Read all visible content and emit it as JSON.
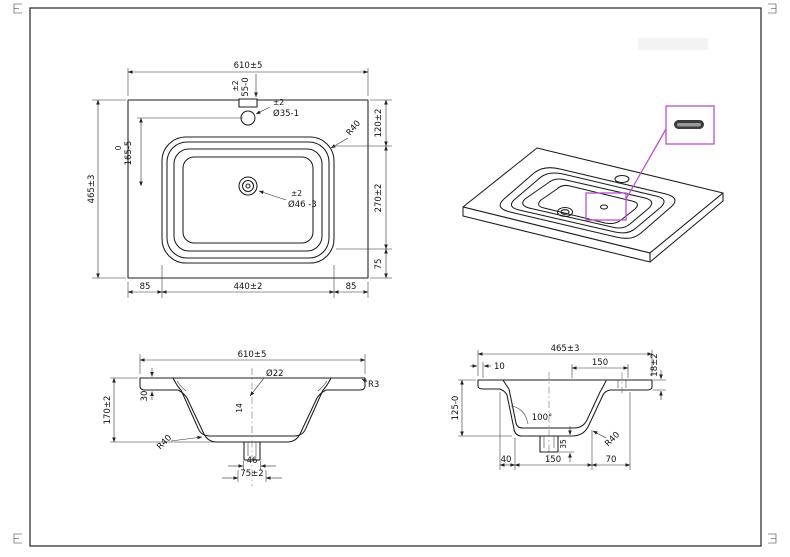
{
  "sheet": {
    "accent_color": "#bb4fd0"
  },
  "plan": {
    "width": "610±5",
    "faucet_pos_tol": "±2",
    "faucet_pos": "55-0",
    "faucet_dia_tol": "±2",
    "faucet_dia": "Ø35-1",
    "depth": "465±3",
    "rim_pos_tol": "0",
    "rim_pos": "165-5",
    "right_top": "120±2",
    "right_mid": "270±2",
    "right_bot": "75",
    "bot_left": "85",
    "bot_mid": "440±2",
    "bot_right": "85",
    "corner_radius": "R40",
    "drain_dia_tol": "±2",
    "drain_dia": "Ø46 -3"
  },
  "front": {
    "width": "610±5",
    "overflow_dia": "Ø22",
    "edge_radius": "R3",
    "rim_thickness": "30",
    "height": "170±2",
    "bowl_radius": "R40",
    "drain_detail": "14",
    "drain_width": "46",
    "recess_width": "75±2"
  },
  "side": {
    "depth": "465±3",
    "back_gap": "10",
    "deck_depth": "150",
    "edge_thickness": "18±2",
    "bowl_depth": "125-0",
    "wall_angle": "100°",
    "drain_height": "35",
    "bowl_radius": "R40",
    "bot_a": "40",
    "bot_b": "150",
    "bot_c": "70"
  }
}
